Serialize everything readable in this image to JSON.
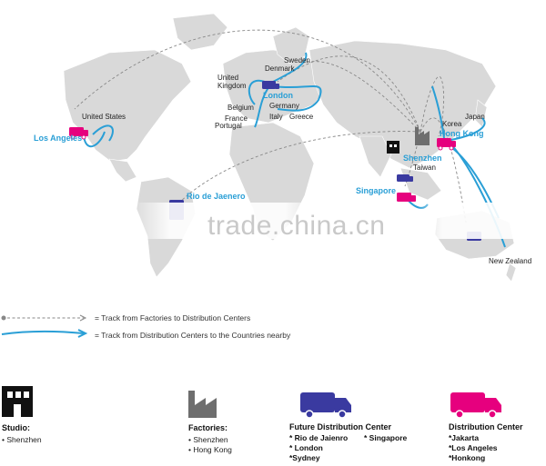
{
  "map": {
    "country_labels": {
      "sweden": "Sweden",
      "denmark": "Denmark",
      "uk": "United\nKingdom",
      "belgium": "Belgium",
      "germany": "Germany",
      "france": "France",
      "portugal": "Portugal",
      "italy": "Italy",
      "greece": "Greece",
      "us": "United States",
      "korea": "Korea",
      "japan": "Japan",
      "taiwan": "Taiwan",
      "nz": "New Zealand"
    },
    "city_labels": {
      "london": "London",
      "los_angeles": "Los Angeles",
      "hong_kong": "Hong Kong",
      "shenzhen": "Shenzhen",
      "rio": "Rio de Jaenero",
      "singapore": "Singapore"
    },
    "colors": {
      "land": "#d9d9d9",
      "arrow_blue": "#2a9fd6",
      "dashed": "#888888",
      "magenta": "#e6007e",
      "navy": "#3a3aa0",
      "factory_gray": "#6e6e6e",
      "studio_black": "#111111"
    },
    "watermark": "trade.china.cn"
  },
  "legend": {
    "dashed_text": "= Track from Factories to Distribution Centers",
    "solid_text": "= Track from Distribution Centers to the Countries nearby"
  },
  "key": {
    "studio": {
      "title": "Studio:",
      "items": [
        "• Shenzhen"
      ]
    },
    "factories": {
      "title": "Factories:",
      "items": [
        "• Shenzhen",
        "• Hong Kong"
      ]
    },
    "future": {
      "title": "Future Distribution Center",
      "col1": [
        "* Rio de Jaienro",
        "* London",
        "*Sydney"
      ],
      "col2": [
        "* Singapore"
      ]
    },
    "distribution": {
      "title": "Distribution Center",
      "items": [
        "*Jakarta",
        "*Los Angeles",
        "*Honkong"
      ]
    }
  }
}
